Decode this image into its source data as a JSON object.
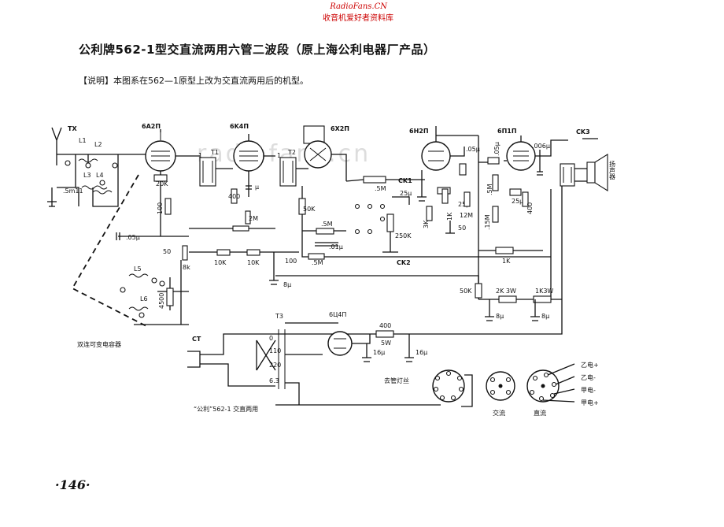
{
  "watermark": {
    "site": "RadioFans.CN",
    "text": "收音机爱好者资料库",
    "center_mark": "radiofans.cn"
  },
  "title": "公利牌562-1型交直流两用六管二波段（原上海公利电器厂产品）",
  "note": "【说明】本图系在562—1原型上改为交直流两用后的机型。",
  "page_number": "·146·",
  "diagram": {
    "tubes": [
      "6A2Π",
      "6K4Π",
      "6X2Π",
      "6Н2Π",
      "6Π1Π",
      "6Ц4Π"
    ],
    "antenna": "TX",
    "coils": [
      "L1",
      "L2",
      "L3",
      "L4",
      "L5",
      "L6"
    ],
    "transformers": [
      "T1",
      "T2",
      "T3"
    ],
    "transformer_labels": [
      "1",
      "1"
    ],
    "switches": [
      "CK1",
      "CK2",
      "CK3"
    ],
    "speaker_label": "扬声器",
    "components": {
      "c_antenna": ".5m11",
      "r_20k": "20K",
      "c_100": "100",
      "c_05u": ".05μ",
      "c_50": "50",
      "r_8k": "8k",
      "c_4500": "4500",
      "r_10k_a": "10K",
      "r_10k_b": "10K",
      "r_400": "400",
      "r_2m": "2M",
      "c_if": "μ",
      "r_50k_a": "50K",
      "r_5m_a": ".5M",
      "c_01u": ".01μ",
      "c_100_b": "100",
      "r_5m_b": ".5M",
      "c_8u_a": "8μ",
      "r_05m_a": ".5M",
      "c_25u_a": "25μ",
      "r_3k": "3K",
      "r_1k": "1K",
      "c_25u_b": "25μ",
      "r_12m": "12M",
      "r_50": "50",
      "c_05u_b": ".05μ",
      "r_250k": "250K",
      "c_05u_c": ".05μ",
      "r_5m_c": ".5M",
      "r_15m": ".15M",
      "r_400_b": "400",
      "c_25u_c": "25μ",
      "c_006u": ".006μ",
      "r_1k_b": "1K",
      "r_50k_b": "50K",
      "r_2k3w": "2K 3W",
      "r_1k3w": "1K3W",
      "c_8u_b": "8μ",
      "c_8u_c": "8μ",
      "r_400_c": "400",
      "r_5w": "5W",
      "c_16u_a": "16μ",
      "c_16u_b": "16μ"
    },
    "power_plug": "CT",
    "power_taps": [
      "0",
      "110",
      "220",
      "6.3"
    ],
    "label_variable_cap": "双连可变电容器",
    "label_filament": "去管灯丝",
    "label_model": "“公利”562-1 交直两用",
    "socket_labels": [
      "交流",
      "直流"
    ],
    "plug_wires": [
      "乙电+",
      "乙电-",
      "甲电-",
      "甲电+"
    ]
  }
}
